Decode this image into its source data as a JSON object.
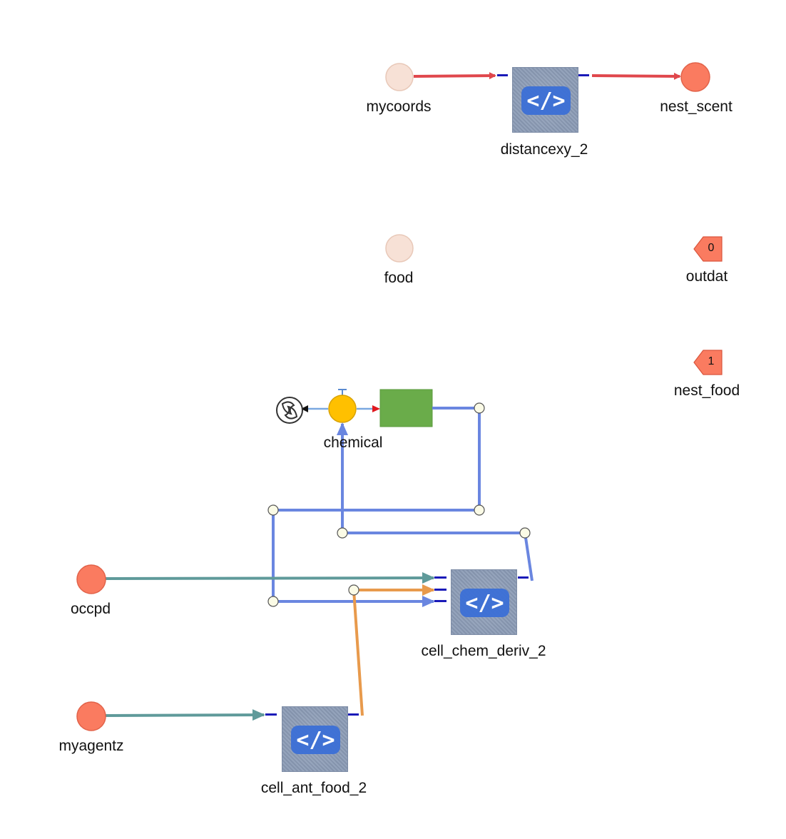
{
  "diagram": {
    "colors": {
      "red_link": "#e0474c",
      "teal_link": "#5f9a9a",
      "orange_link": "#e89a4c",
      "blue_link": "#6a86e0",
      "node_pale": "#f7e1d6",
      "node_salmon": "#fa7b60",
      "code_block": "#8b9bb5",
      "stock": "#6aac4a",
      "flow_valve": "#ffc000",
      "port": "#1a1ab8"
    },
    "variables": {
      "mycoords": "mycoords",
      "nest_scent": "nest_scent",
      "food": "food",
      "occpd": "occpd",
      "myagentz": "myagentz"
    },
    "code_blocks": {
      "distancexy_2": "distancexy_2",
      "cell_chem_deriv_2": "cell_chem_deriv_2",
      "cell_ant_food_2": "cell_ant_food_2"
    },
    "code_icon": "</>",
    "outputs": {
      "outdat": {
        "label": "outdat",
        "index": "0"
      },
      "nest_food": {
        "label": "nest_food",
        "index": "1"
      }
    },
    "stock": {
      "label": "chemical"
    }
  }
}
